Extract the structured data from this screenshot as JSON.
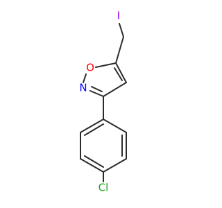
{
  "atoms": {
    "iodine": {
      "label": "I",
      "color": "#9400d3"
    },
    "oxygen": {
      "label": "O",
      "color": "#ff0000"
    },
    "nitrogen": {
      "label": "N",
      "color": "#0000ff"
    },
    "chlorine": {
      "label": "Cl",
      "color": "#1ea01e"
    }
  },
  "bond_color": "#2b2b2b"
}
